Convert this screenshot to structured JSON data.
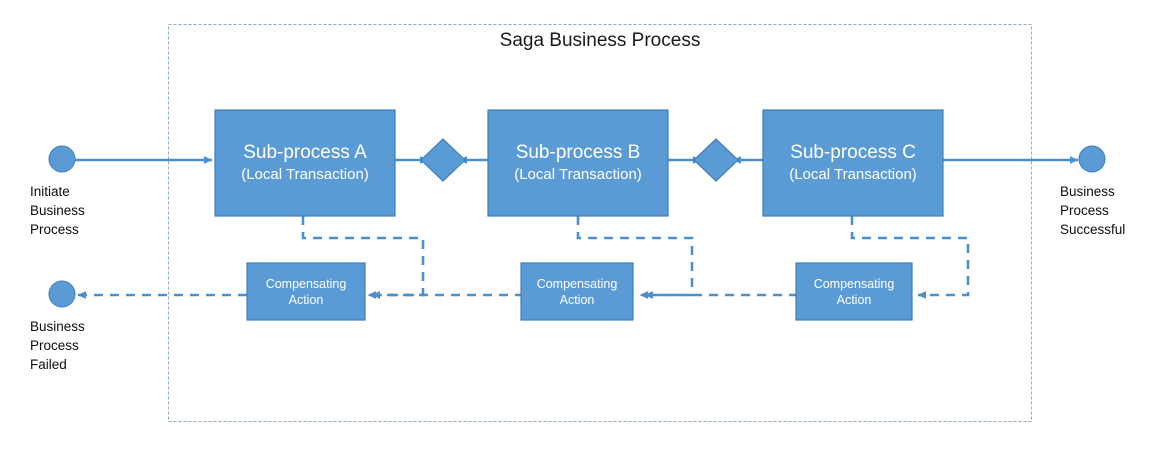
{
  "diagram": {
    "title": "Saga Business Process",
    "colors": {
      "fill": "#5B9BD5",
      "stroke": "#3D7EBB",
      "line": "#4A90D0",
      "container_border": "#8FA9C4",
      "text_on_fill": "#FFFFFF",
      "text_dark": "#0D0D0D"
    },
    "container": {
      "label": "Saga Business Process",
      "border_style": "dashed"
    },
    "subprocesses": [
      {
        "id": "a",
        "title": "Sub-process A",
        "subtitle": "(Local Transaction)"
      },
      {
        "id": "b",
        "title": "Sub-process B",
        "subtitle": "(Local Transaction)"
      },
      {
        "id": "c",
        "title": "Sub-process C",
        "subtitle": "(Local Transaction)"
      }
    ],
    "compensating_actions": [
      {
        "id": "comp-a",
        "line1": "Compensating",
        "line2": "Action"
      },
      {
        "id": "comp-b",
        "line1": "Compensating",
        "line2": "Action"
      },
      {
        "id": "comp-c",
        "line1": "Compensating",
        "line2": "Action"
      }
    ],
    "gateways": [
      {
        "id": "gateway-1",
        "shape": "diamond"
      },
      {
        "id": "gateway-2",
        "shape": "diamond"
      }
    ],
    "endpoints": [
      {
        "id": "start",
        "label": "Initiate\nBusiness\nProcess",
        "shape": "circle"
      },
      {
        "id": "success",
        "label": "Business\nProcess\nSuccessful",
        "shape": "circle"
      },
      {
        "id": "failed",
        "label": "Business\nProcess\nFailed",
        "shape": "circle"
      }
    ]
  }
}
